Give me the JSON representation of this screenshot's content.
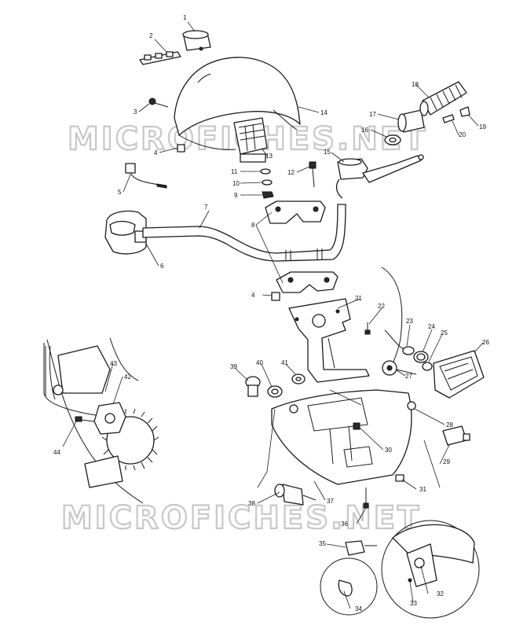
{
  "watermarks": [
    "MICROFICHES.NET",
    "MICROFICHES.NET"
  ],
  "callouts": {
    "c1": "1",
    "c2": "2",
    "c3": "3",
    "c4a": "4",
    "c4b": "4",
    "c5": "5",
    "c6": "6",
    "c7": "7",
    "c8": "8",
    "c9": "9",
    "c10": "10",
    "c11": "11",
    "c12": "12",
    "c13": "13",
    "c14": "14",
    "c15": "15",
    "c16": "16",
    "c17": "17",
    "c18": "18",
    "c19": "19",
    "c20": "20",
    "c21": "21",
    "c22": "22",
    "c23": "23",
    "c24": "24",
    "c25": "25",
    "c26": "26",
    "c27": "27",
    "c28": "28",
    "c29": "29",
    "c30": "30",
    "c31": "31",
    "c32": "32",
    "c33": "33",
    "c34": "34",
    "c35": "35",
    "c36": "36",
    "c37": "37",
    "c38": "38",
    "c39": "39",
    "c40": "40",
    "c41": "41",
    "c42": "42",
    "c43": "43",
    "c44": "44"
  }
}
